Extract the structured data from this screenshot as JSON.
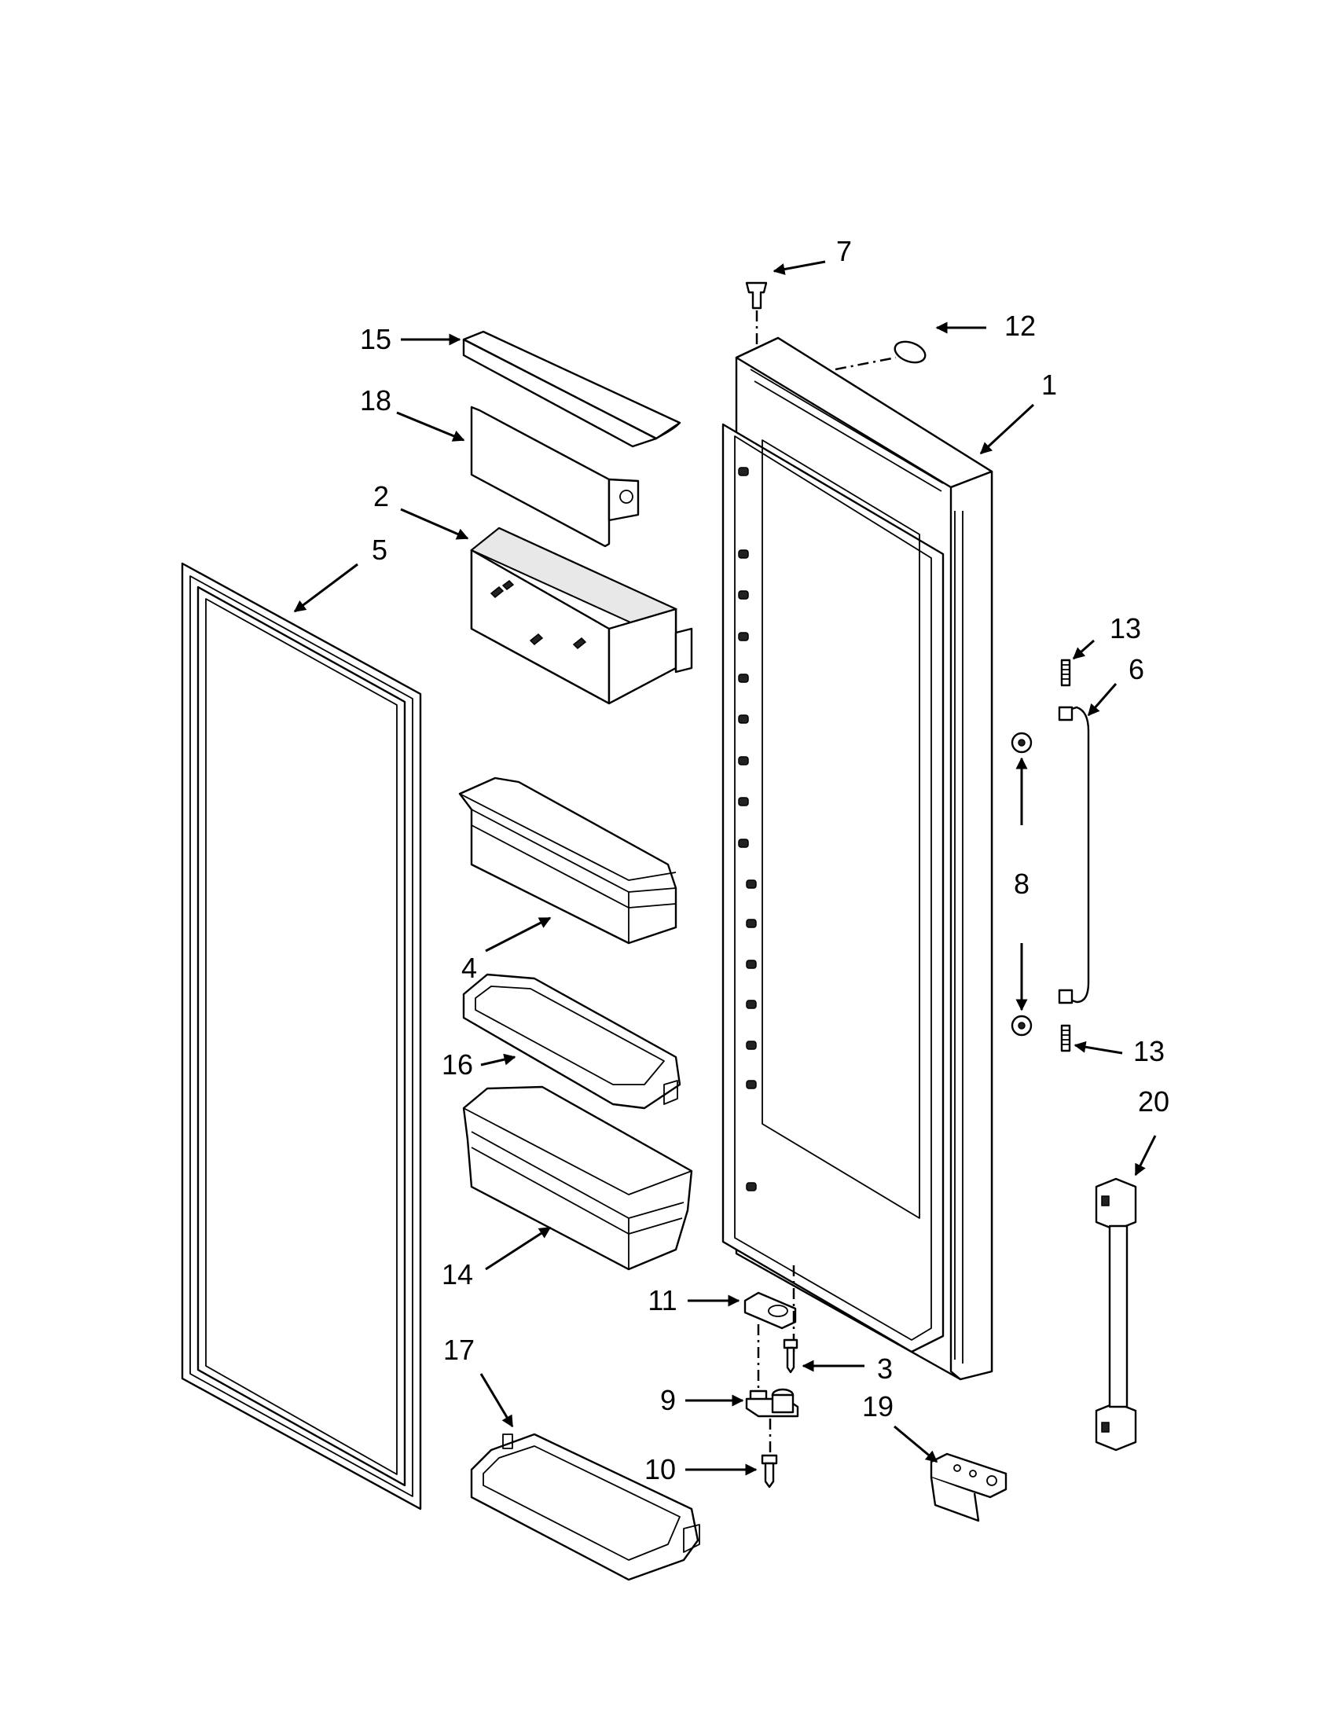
{
  "callouts": [
    {
      "id": "1",
      "label": "1"
    },
    {
      "id": "2",
      "label": "2"
    },
    {
      "id": "3",
      "label": "3"
    },
    {
      "id": "4",
      "label": "4"
    },
    {
      "id": "5",
      "label": "5"
    },
    {
      "id": "6",
      "label": "6"
    },
    {
      "id": "7",
      "label": "7"
    },
    {
      "id": "8",
      "label": "8"
    },
    {
      "id": "9",
      "label": "9"
    },
    {
      "id": "10",
      "label": "10"
    },
    {
      "id": "11",
      "label": "11"
    },
    {
      "id": "12",
      "label": "12"
    },
    {
      "id": "13a",
      "label": "13"
    },
    {
      "id": "13b",
      "label": "13"
    },
    {
      "id": "14",
      "label": "14"
    },
    {
      "id": "15",
      "label": "15"
    },
    {
      "id": "16",
      "label": "16"
    },
    {
      "id": "17",
      "label": "17"
    },
    {
      "id": "18",
      "label": "18"
    },
    {
      "id": "19",
      "label": "19"
    },
    {
      "id": "20",
      "label": "20"
    }
  ]
}
